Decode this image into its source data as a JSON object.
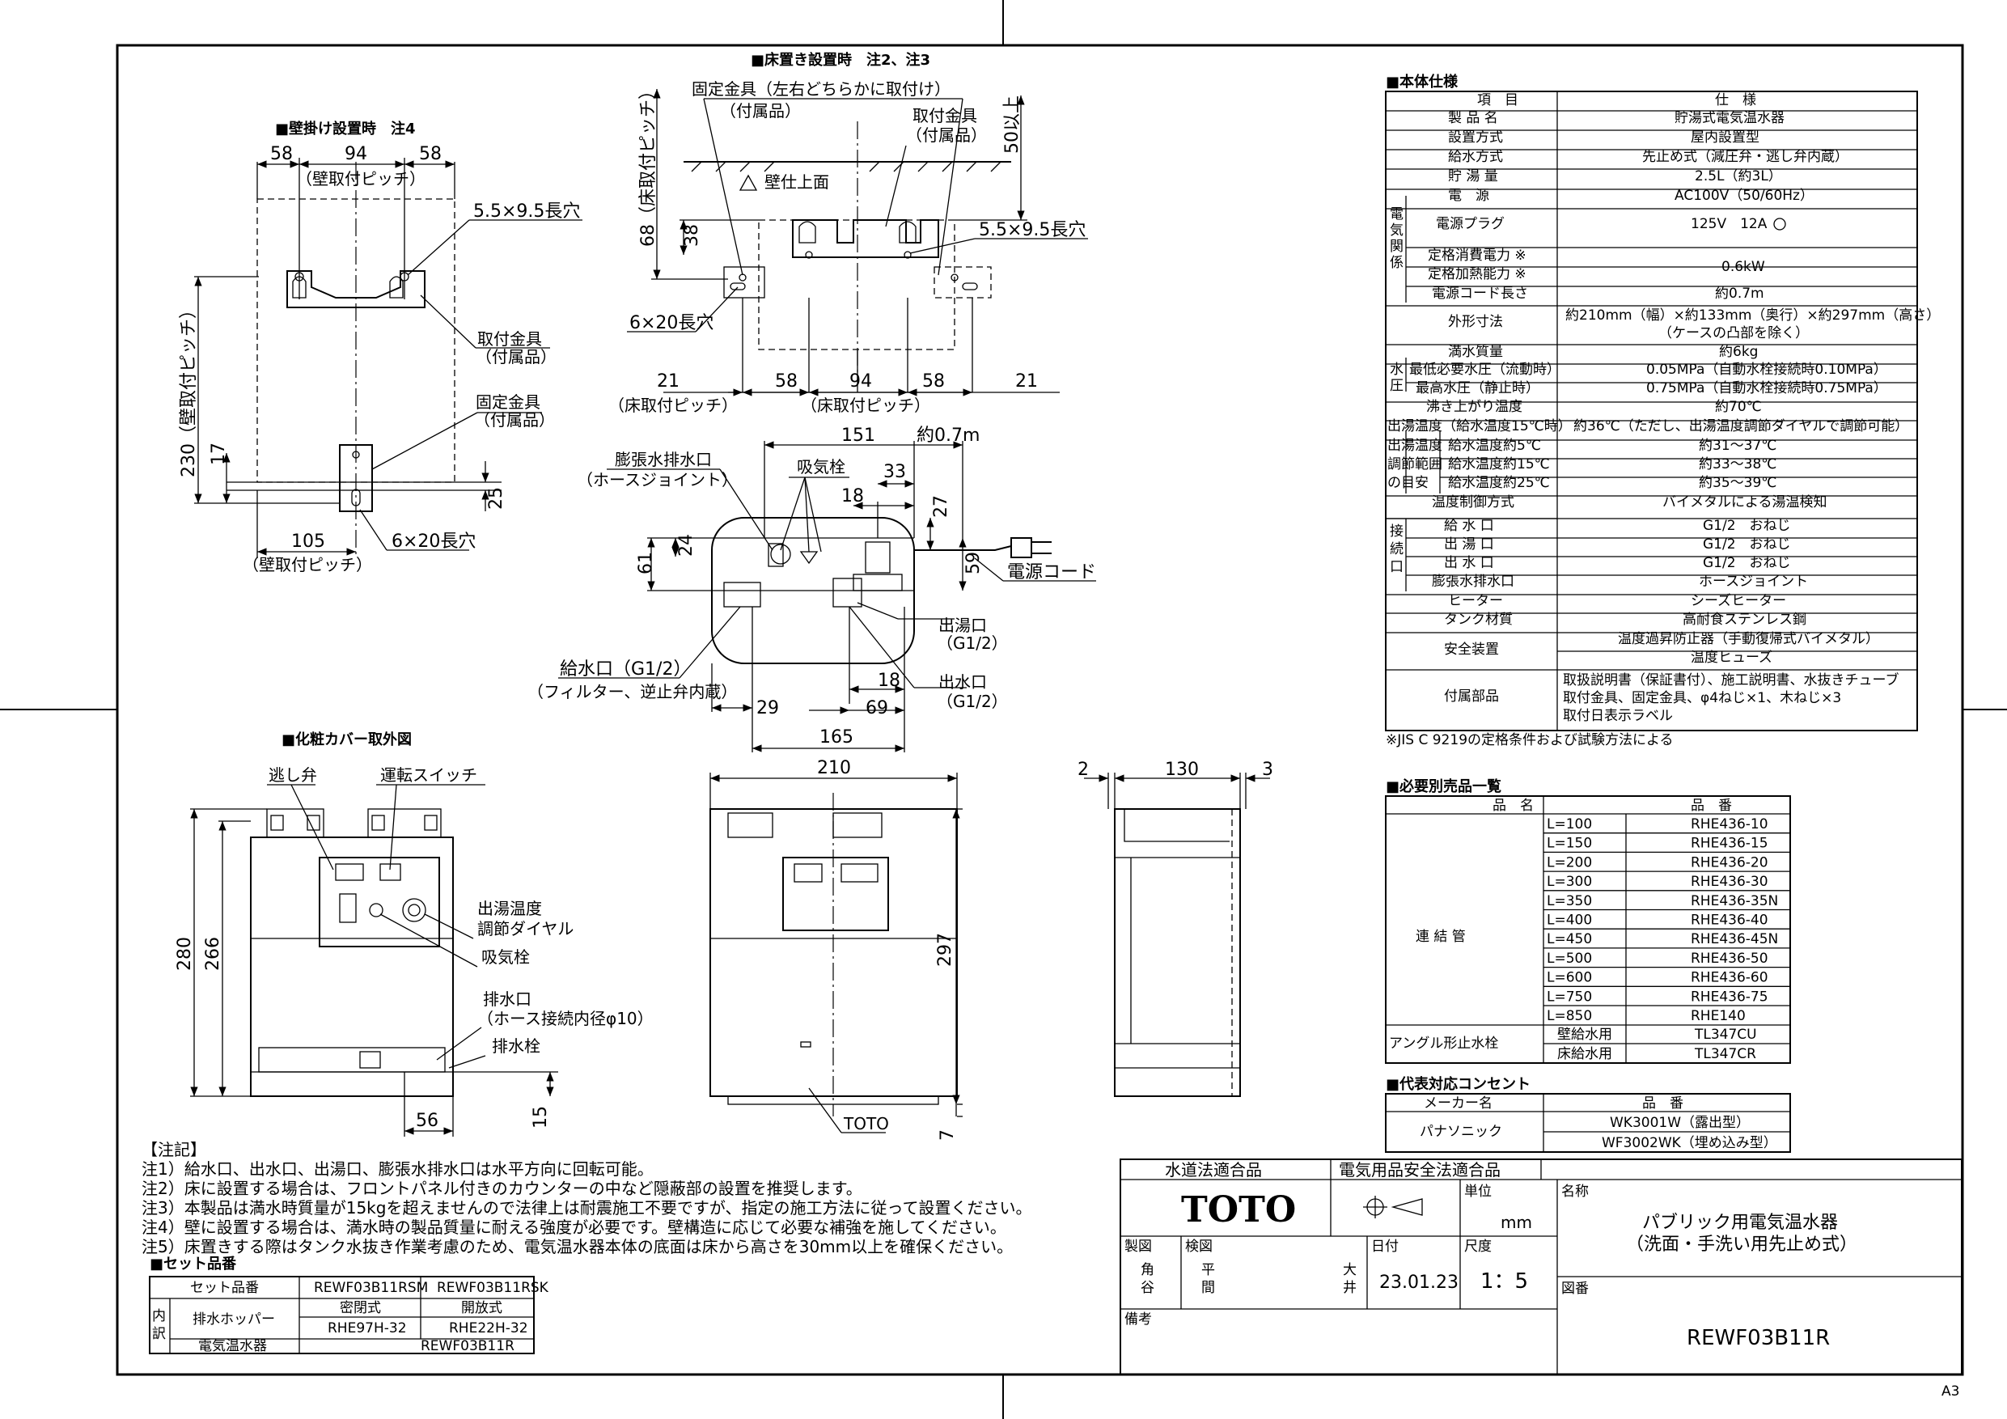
{
  "views": {
    "wall_title": "■壁掛け設置時　注4",
    "floor_title": "■床置き設置時　注2、注3",
    "cover_title": "■化粧カバー取外図"
  },
  "wall": {
    "d58a": "58",
    "d94": "94",
    "d58b": "58",
    "pitch": "（壁取付ピッチ）",
    "slot": "5.5×9.5長穴",
    "bracket": "取付金具",
    "bracket_sub": "（付属品）",
    "fixer": "固定金具",
    "fixer_sub": "（付属品）",
    "d230": "230（壁取付ピッチ）",
    "d17": "17",
    "d25": "25",
    "d105": "105",
    "pitch2": "（壁取付ピッチ）",
    "hole": "6×20長穴"
  },
  "floor": {
    "fixer": "固定金具（左右どちらかに取付け）",
    "fixer_sub": "（付属品）",
    "bracket": "取付金具",
    "bracket_sub": "（付属品）",
    "d68": "68（床取付ピッチ）",
    "d50": "50以上",
    "wall_face": "壁仕上面",
    "d38": "38",
    "slot": "5.5×9.5長穴",
    "hole": "6×20長穴",
    "d21a": "21",
    "d58a": "58",
    "d94": "94",
    "d58b": "58",
    "d21b": "21",
    "pitch_a": "（床取付ピッチ）",
    "pitch_b": "（床取付ピッチ）"
  },
  "top": {
    "d151": "151",
    "cord_len": "約0.7m",
    "exp": "膨張水排水口",
    "exp_sub": "（ホースジョイント）",
    "vent": "吸気栓",
    "d18a": "18",
    "d33": "33",
    "d27": "27",
    "d24": "24",
    "d61": "61",
    "d59": "59",
    "cord": "電源コード",
    "hot": "出湯口",
    "hot_sub": "（G1/2）",
    "inlet": "給水口（G1/2）",
    "inlet_sub": "（フィルター、逆止弁内蔵）",
    "outlet": "出水口",
    "outlet_sub": "（G1/2）",
    "d18b": "18",
    "d29": "29",
    "d69": "69",
    "d165": "165"
  },
  "cover": {
    "relief": "逃し弁",
    "switch": "運転スイッチ",
    "dial": "出湯温度",
    "dial_sub": "調節ダイヤル",
    "vent": "吸気栓",
    "drain": "排水口",
    "drain_sub": "（ホース接続内径φ10）",
    "drain_plug": "排水栓",
    "d280": "280",
    "d266": "266",
    "d56": "56",
    "d15": "15"
  },
  "front": {
    "d210": "210",
    "d297": "297",
    "d7": "7",
    "brand_mark": "TOTO"
  },
  "side": {
    "d2": "2",
    "d130": "130",
    "d3": "3"
  },
  "spec": {
    "title": "■本体仕様",
    "h_item": "項　目",
    "h_spec": "仕　様",
    "rows": [
      [
        "製 品 名",
        "貯湯式電気温水器"
      ],
      [
        "設置方式",
        "屋内設置型"
      ],
      [
        "給水方式",
        "先止め式（減圧弁・逃し弁内蔵）"
      ],
      [
        "貯 湯 量",
        "2.5L（約3L）"
      ]
    ],
    "elec_group": "電気関係",
    "elec_rows": [
      [
        "電　源",
        "AC100V（50/60Hz）"
      ],
      [
        "電源プラグ",
        "125V　12A"
      ],
      [
        "定格消費電力 ※",
        "0.6kW"
      ],
      [
        "定格加熱能力 ※",
        ""
      ],
      [
        "電源コード長さ",
        "約0.7m"
      ]
    ],
    "dims_label": "外形寸法",
    "dims_val1": "約210mm（幅）×約133mm（奥行）×約297mm（高さ）",
    "dims_val2": "（ケースの凸部を除く）",
    "weight": [
      "満水質量",
      "約6kg"
    ],
    "press_group": "水圧",
    "press_rows": [
      [
        "最低必要水圧（流動時）",
        "0.05MPa（自動水栓接続時0.10MPa）"
      ],
      [
        "最高水圧（静止時）",
        "0.75MPa（自動水栓接続時0.75MPa）"
      ]
    ],
    "boil": [
      "沸き上がり温度",
      "約70℃"
    ],
    "hot_temp": [
      "出湯温度（給水温度15℃時）",
      "約36℃（ただし、出湯温度調節ダイヤルで調節可能）"
    ],
    "range_group": "出湯温度調節範囲の目安",
    "range_rows": [
      [
        "給水温度約5℃",
        "約31～37℃"
      ],
      [
        "給水温度約15℃",
        "約33～38℃"
      ],
      [
        "給水温度約25℃",
        "約35～39℃"
      ]
    ],
    "ctrl": [
      "温度制御方式",
      "バイメタルによる湯温検知"
    ],
    "conn_group": "接続口",
    "conn_rows": [
      [
        "給 水 口",
        "G1/2　おねじ"
      ],
      [
        "出 湯 口",
        "G1/2　おねじ"
      ],
      [
        "出 水 口",
        "G1/2　おねじ"
      ],
      [
        "膨張水排水口",
        "ホースジョイント"
      ]
    ],
    "heater": [
      "ヒーター",
      "シーズヒーター"
    ],
    "tank": [
      "タンク材質",
      "高耐食ステンレス鋼"
    ],
    "safety_label": "安全装置",
    "safety_rows": [
      "温度過昇防止器（手動復帰式バイメタル）",
      "温度ヒューズ"
    ],
    "acc_label": "付属部品",
    "acc_rows": [
      "取扱説明書（保証書付）、施工説明書、水抜きチューブ",
      "取付金具、固定金具、φ4ねじ×1、木ねじ×3",
      "取付日表示ラベル"
    ],
    "note": "※JIS C 9219の定格条件および試験方法による"
  },
  "req": {
    "title": "■必要別売品一覧",
    "h_name": "品　名",
    "h_no": "品　番",
    "pipe_label": "連 結 管",
    "pipes": [
      [
        "L=100",
        "RHE436-10"
      ],
      [
        "L=150",
        "RHE436-15"
      ],
      [
        "L=200",
        "RHE436-20"
      ],
      [
        "L=300",
        "RHE436-30"
      ],
      [
        "L=350",
        "RHE436-35N"
      ],
      [
        "L=400",
        "RHE436-40"
      ],
      [
        "L=450",
        "RHE436-45N"
      ],
      [
        "L=500",
        "RHE436-50"
      ],
      [
        "L=600",
        "RHE436-60"
      ],
      [
        "L=750",
        "RHE436-75"
      ],
      [
        "L=850",
        "RHE140"
      ]
    ],
    "angle_label": "アングル形止水栓",
    "angles": [
      [
        "壁給水用",
        "TL347CU"
      ],
      [
        "床給水用",
        "TL347CR"
      ]
    ]
  },
  "outlet_tbl": {
    "title": "■代表対応コンセント",
    "h_maker": "メーカー名",
    "h_no": "品　番",
    "maker": "パナソニック",
    "rows": [
      "WK3001W（露出型）",
      "WF3002WK（埋め込み型）"
    ]
  },
  "notes": {
    "title": "【注記】",
    "lines": [
      "注1）給水口、出水口、出湯口、膨張水排水口は水平方向に回転可能。",
      "注2）床に設置する場合は、フロントパネル付きのカウンターの中など隠蔽部の設置を推奨します。",
      "注3）本製品は満水時質量が15kgを超えませんので法律上は耐震施工不要ですが、指定の施工方法に従って設置ください。",
      "注4）壁に設置する場合は、満水時の製品質量に耐える強度が必要です。壁構造に応じて必要な補強を施してください。",
      "注5）床置きする際はタンク水抜き作業考慮のため、電気温水器本体の底面は床から高さを30mm以上を確保ください。"
    ]
  },
  "set": {
    "title": "■セット品番",
    "h_set": "セット品番",
    "c1": "REWF03B11RSM",
    "c2": "REWF03B11RSK",
    "inner": "内訳",
    "hopper": "排水ホッパー",
    "h1": "密閉式",
    "h2": "開放式",
    "h1_no": "RHE97H-32",
    "h2_no": "RHE22H-32",
    "heater": "電気温水器",
    "heater_no": "REWF03B11R"
  },
  "title_block": {
    "cert1": "水道法適合品",
    "cert2": "電気用品安全法適合品",
    "logo": "TOTO",
    "unit_label": "単位",
    "unit": "mm",
    "name_label": "名称",
    "name1": "パブリック用電気温水器",
    "name2": "（洗面・手洗い用先止め式）",
    "made": "製図",
    "drafter1": "角",
    "drafter2": "谷",
    "check": "検図",
    "checker1": "平",
    "checker2": "間",
    "approver1": "大",
    "approver2": "井",
    "date_label": "日付",
    "date": "23.01.23",
    "scale_label": "尺度",
    "scale": "1：5",
    "dwg_label": "図番",
    "dwg_no": "REWF03B11R",
    "remark_label": "備考",
    "paper": "A3"
  }
}
